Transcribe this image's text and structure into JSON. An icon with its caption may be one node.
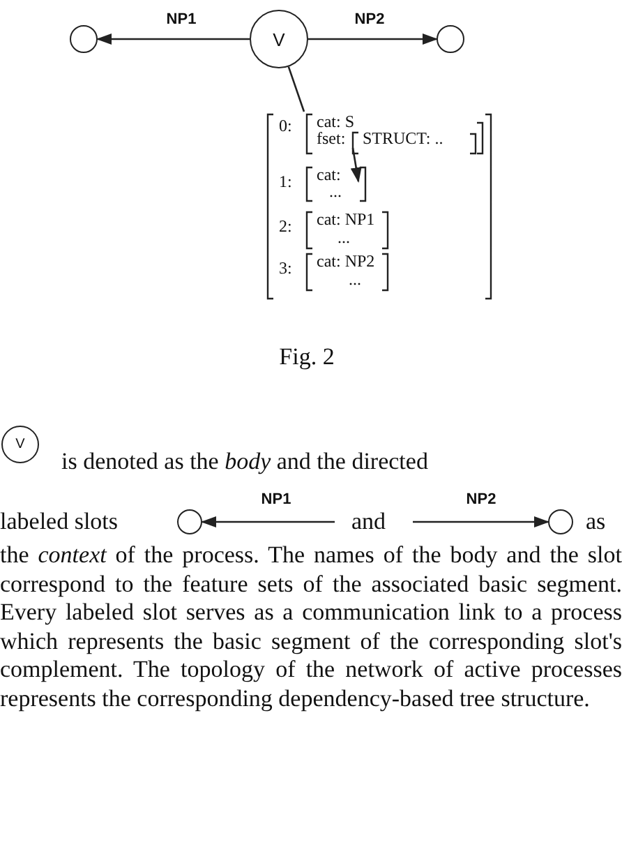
{
  "diagram": {
    "caption": "Fig. 2",
    "nodes": [
      {
        "text": [],
        "shape": "circle"
      },
      {
        "text": [
          "V"
        ]
      },
      {
        "text": [],
        "shape": "circle"
      },
      {
        "text": [
          "0:",
          "cat: S",
          "fset:",
          "STRUCT: ..",
          "1:",
          "cat:",
          "...",
          "2:",
          "cat: NP1",
          "...",
          "3:",
          "cat: NP2",
          "..."
        ]
      },
      {
        "text": [
          "V"
        ]
      },
      {
        "text": [],
        "shape": "circle"
      },
      {
        "text": [],
        "shape": "circle"
      }
    ],
    "edges": [
      {
        "from": 1,
        "to": 0,
        "arrow": "to",
        "label": "NP1"
      },
      {
        "from": 1,
        "to": 2,
        "arrow": "to",
        "label": "NP2"
      },
      {
        "from": 1,
        "to": 3,
        "arrow": "none"
      },
      {
        "from": null,
        "to": 5,
        "arrow": "to",
        "label": "NP1"
      },
      {
        "from": null,
        "to": 6,
        "arrow": "to",
        "label": "NP2"
      }
    ],
    "labels": [
      "is denoted as the *body* and the directed",
      "labeled slots",
      "and",
      "as",
      "the *context* of the process. The names of the body and the slot correspond to the feature sets of the associated basic segment. Every labeled slot serves as a communication link to a process which represents the basic segment of the corresponding slot's complement. The topology of the network of active processes represents the corresponding dependency-based tree structure."
    ]
  }
}
